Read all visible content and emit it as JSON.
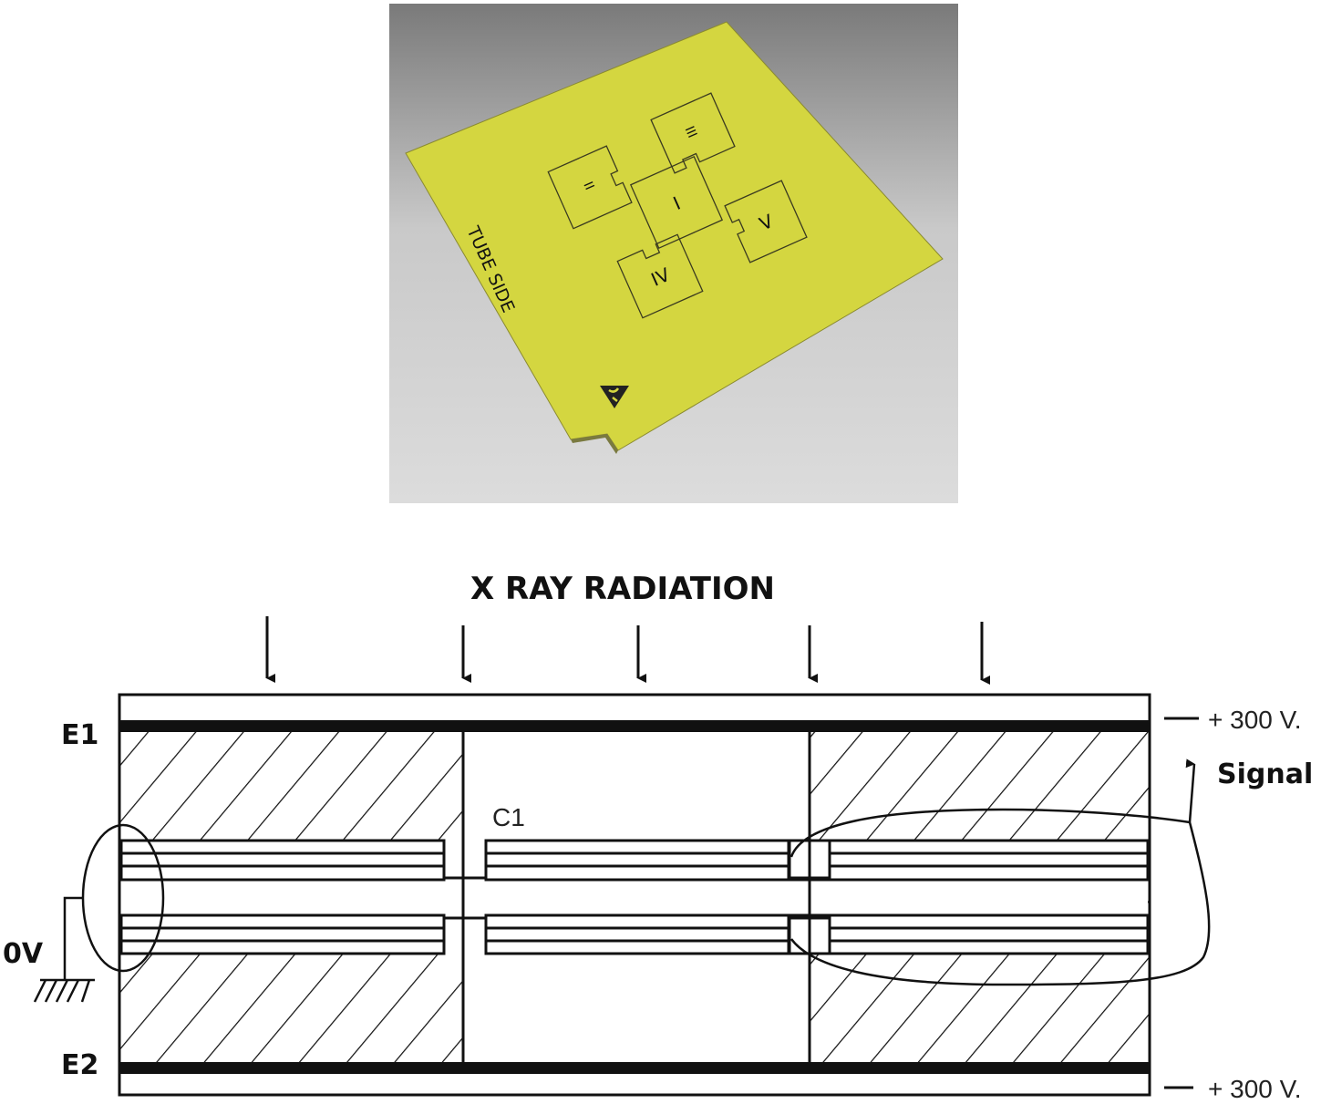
{
  "photo": {
    "plate_text": "TUBE SIDE",
    "chambers": [
      "I",
      "II",
      "III",
      "IV",
      "V"
    ],
    "plate_color": "#d4d640",
    "esd_symbol": "esd-warning-icon"
  },
  "diagram": {
    "title": "X RAY RADIATION",
    "electrode_top": "E1",
    "electrode_bottom": "E2",
    "ground_label": "0V",
    "capacitor_label": "C1",
    "voltage_top": "+ 300 V.",
    "voltage_bottom": "+ 300 V.",
    "signal_label": "Signal"
  }
}
